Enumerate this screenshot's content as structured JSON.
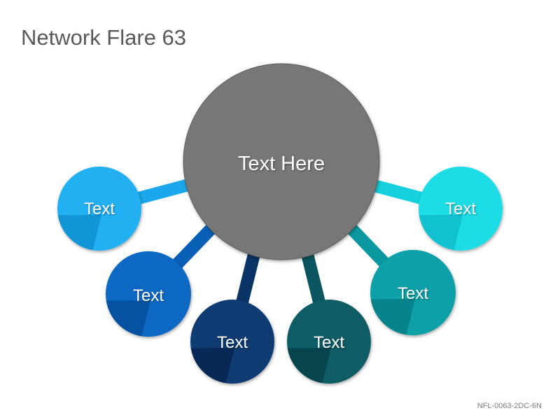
{
  "title": "Network Flare 63",
  "footer_code": "NFL-0063-2DC-6N",
  "hub": {
    "label": "Text Here",
    "color": "#777777"
  },
  "satellites": [
    {
      "label": "Text",
      "color_light": "#23b0f2",
      "color_dark": "#0f90cf",
      "connector": "#1aa7ec"
    },
    {
      "label": "Text",
      "color_light": "#0a68c4",
      "color_dark": "#054f9a",
      "connector": "#0760b6"
    },
    {
      "label": "Text",
      "color_light": "#0c3a72",
      "color_dark": "#072650",
      "connector": "#0a3366"
    },
    {
      "label": "Text",
      "color_light": "#0b5c66",
      "color_dark": "#074149",
      "connector": "#0a5560"
    },
    {
      "label": "Text",
      "color_light": "#0aa0a8",
      "color_dark": "#077e86",
      "connector": "#0a979f"
    },
    {
      "label": "Text",
      "color_light": "#1fdde6",
      "color_dark": "#0fbccb",
      "connector": "#14d1dd"
    }
  ]
}
